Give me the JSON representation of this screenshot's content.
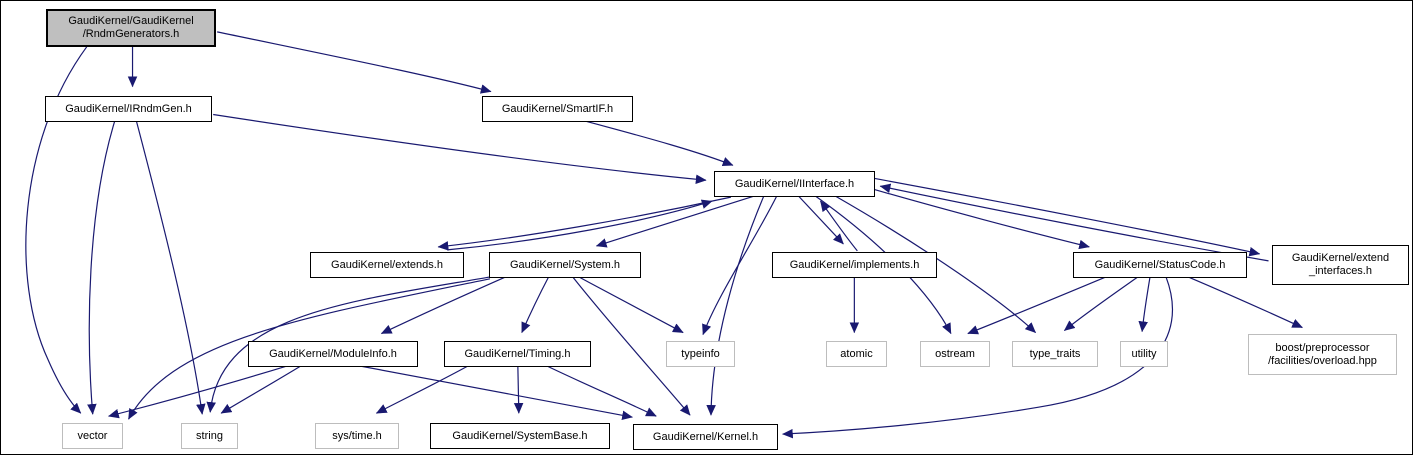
{
  "diagram": {
    "kind": "doxygen-include-dependency-graph",
    "background": "#ffffff",
    "edge_color": "#191970",
    "highlight_fill": "#bfbfbf",
    "internal_border": "#000000",
    "external_border": "#bdbdbd"
  },
  "nodes": {
    "rndm_generators": {
      "label": "GaudiKernel/GaudiKernel\n/RndmGenerators.h",
      "type": "main"
    },
    "irndmgen": {
      "label": "GaudiKernel/IRndmGen.h",
      "type": "internal"
    },
    "smartif": {
      "label": "GaudiKernel/SmartIF.h",
      "type": "internal"
    },
    "iinterface": {
      "label": "GaudiKernel/IInterface.h",
      "type": "internal"
    },
    "extends": {
      "label": "GaudiKernel/extends.h",
      "type": "internal"
    },
    "system": {
      "label": "GaudiKernel/System.h",
      "type": "internal"
    },
    "implements": {
      "label": "GaudiKernel/implements.h",
      "type": "internal"
    },
    "statuscode": {
      "label": "GaudiKernel/StatusCode.h",
      "type": "internal"
    },
    "extend_interfaces": {
      "label": "GaudiKernel/extend\n_interfaces.h",
      "type": "internal"
    },
    "moduleinfo": {
      "label": "GaudiKernel/ModuleInfo.h",
      "type": "internal"
    },
    "timing": {
      "label": "GaudiKernel/Timing.h",
      "type": "internal"
    },
    "typeinfo": {
      "label": "typeinfo",
      "type": "external"
    },
    "atomic": {
      "label": "atomic",
      "type": "external"
    },
    "ostream": {
      "label": "ostream",
      "type": "external"
    },
    "type_traits": {
      "label": "type_traits",
      "type": "external"
    },
    "utility": {
      "label": "utility",
      "type": "external"
    },
    "boost_overload": {
      "label": "boost/preprocessor\n/facilities/overload.hpp",
      "type": "external"
    },
    "vector": {
      "label": "vector",
      "type": "external"
    },
    "string": {
      "label": "string",
      "type": "external"
    },
    "systime": {
      "label": "sys/time.h",
      "type": "external"
    },
    "systembase": {
      "label": "GaudiKernel/SystemBase.h",
      "type": "internal"
    },
    "kernel": {
      "label": "GaudiKernel/Kernel.h",
      "type": "internal"
    }
  },
  "edges": [
    {
      "from": "rndm_generators",
      "to": "irndmgen"
    },
    {
      "from": "rndm_generators",
      "to": "smartif"
    },
    {
      "from": "rndm_generators",
      "to": "vector"
    },
    {
      "from": "irndmgen",
      "to": "iinterface"
    },
    {
      "from": "irndmgen",
      "to": "vector"
    },
    {
      "from": "irndmgen",
      "to": "string"
    },
    {
      "from": "smartif",
      "to": "iinterface"
    },
    {
      "from": "iinterface",
      "to": "extends"
    },
    {
      "from": "extends",
      "to": "iinterface"
    },
    {
      "from": "iinterface",
      "to": "system"
    },
    {
      "from": "iinterface",
      "to": "implements"
    },
    {
      "from": "implements",
      "to": "iinterface"
    },
    {
      "from": "iinterface",
      "to": "typeinfo"
    },
    {
      "from": "iinterface",
      "to": "ostream"
    },
    {
      "from": "iinterface",
      "to": "type_traits"
    },
    {
      "from": "iinterface",
      "to": "statuscode"
    },
    {
      "from": "iinterface",
      "to": "extend_interfaces"
    },
    {
      "from": "extend_interfaces",
      "to": "iinterface"
    },
    {
      "from": "iinterface",
      "to": "kernel"
    },
    {
      "from": "implements",
      "to": "atomic"
    },
    {
      "from": "system",
      "to": "moduleinfo"
    },
    {
      "from": "system",
      "to": "timing"
    },
    {
      "from": "system",
      "to": "typeinfo"
    },
    {
      "from": "system",
      "to": "kernel"
    },
    {
      "from": "system",
      "to": "vector"
    },
    {
      "from": "system",
      "to": "string"
    },
    {
      "from": "moduleinfo",
      "to": "vector"
    },
    {
      "from": "moduleinfo",
      "to": "string"
    },
    {
      "from": "moduleinfo",
      "to": "kernel"
    },
    {
      "from": "timing",
      "to": "systime"
    },
    {
      "from": "timing",
      "to": "systembase"
    },
    {
      "from": "timing",
      "to": "kernel"
    },
    {
      "from": "statuscode",
      "to": "ostream"
    },
    {
      "from": "statuscode",
      "to": "type_traits"
    },
    {
      "from": "statuscode",
      "to": "utility"
    },
    {
      "from": "statuscode",
      "to": "boost_overload"
    },
    {
      "from": "statuscode",
      "to": "kernel"
    }
  ]
}
